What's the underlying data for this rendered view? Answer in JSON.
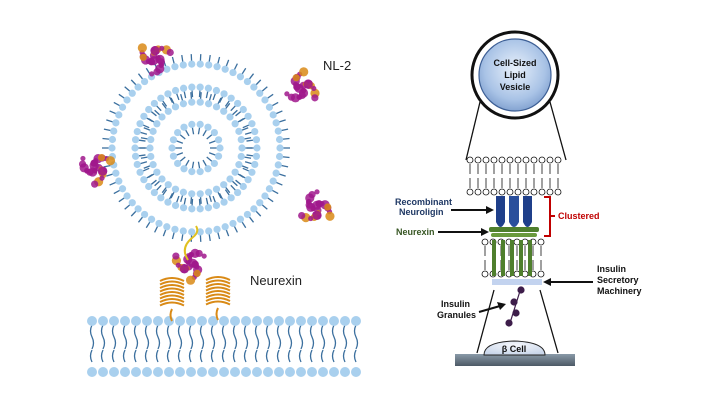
{
  "left_panel": {
    "label_nl2": "NL-2",
    "label_neurexin": "Neurexin"
  },
  "right_panel": {
    "vesicle_line1": "Cell-Sized",
    "vesicle_line2": "Lipid",
    "vesicle_line3": "Vesicle",
    "recombinant_line1": "Recombinant",
    "recombinant_line2": "Neuroligin",
    "neurexin": "Neurexin",
    "clustered": "Clustered",
    "machinery_line1": "Insulin",
    "machinery_line2": "Secretory",
    "machinery_line3": "Machinery",
    "granules_line1": "Insulin",
    "granules_line2": "Granules",
    "beta_cell": "β Cell"
  },
  "colors": {
    "lipid_head": "#a9d0ee",
    "lipid_tail": "#3b6f9e",
    "protein_magenta": "#a0188c",
    "protein_orange": "#d98a16",
    "neuroligin_blue": "#1f3f8a",
    "neurexin_green": "#4f7f2d",
    "clustered_red": "#c00000",
    "text_blue": "#1f3864",
    "text_green": "#375623",
    "granule_purple": "#3d1d4a"
  }
}
